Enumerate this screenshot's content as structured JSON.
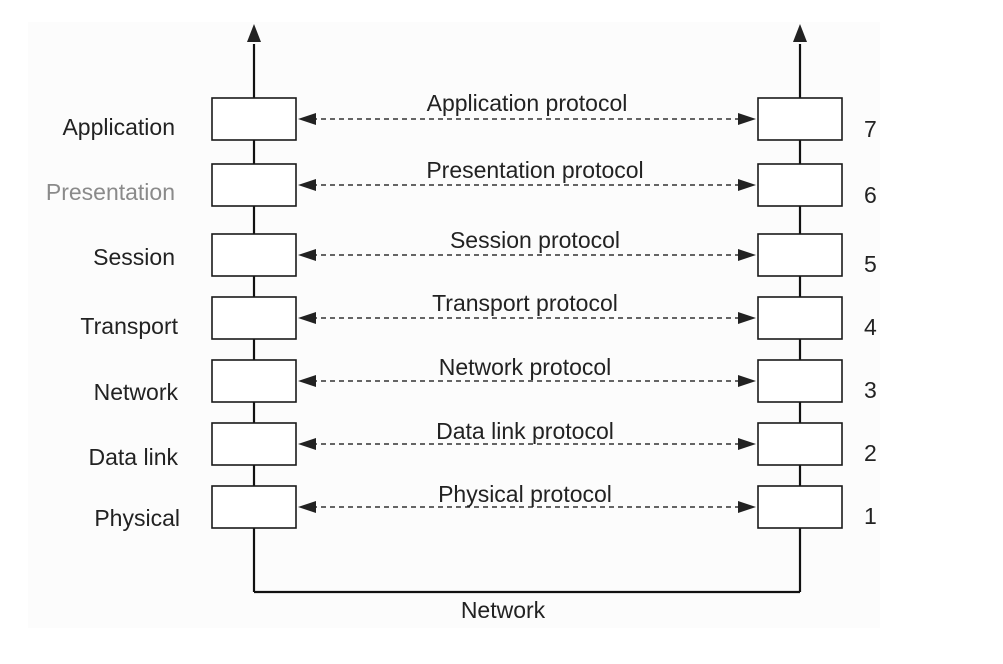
{
  "layers": [
    {
      "name": "Application",
      "protocol": "Application protocol",
      "number": "7"
    },
    {
      "name": "Presentation",
      "protocol": "Presentation protocol",
      "number": "6"
    },
    {
      "name": "Session",
      "protocol": "Session protocol",
      "number": "5"
    },
    {
      "name": "Transport",
      "protocol": "Transport protocol",
      "number": "4"
    },
    {
      "name": "Network",
      "protocol": "Network protocol",
      "number": "3"
    },
    {
      "name": "Data link",
      "protocol": "Data link protocol",
      "number": "2"
    },
    {
      "name": "Physical",
      "protocol": "Physical protocol",
      "number": "1"
    }
  ],
  "network_label": "Network",
  "colors": {
    "line": "#111111",
    "box_fill": "#ffffff",
    "faded_label": "#8a8a8a"
  }
}
